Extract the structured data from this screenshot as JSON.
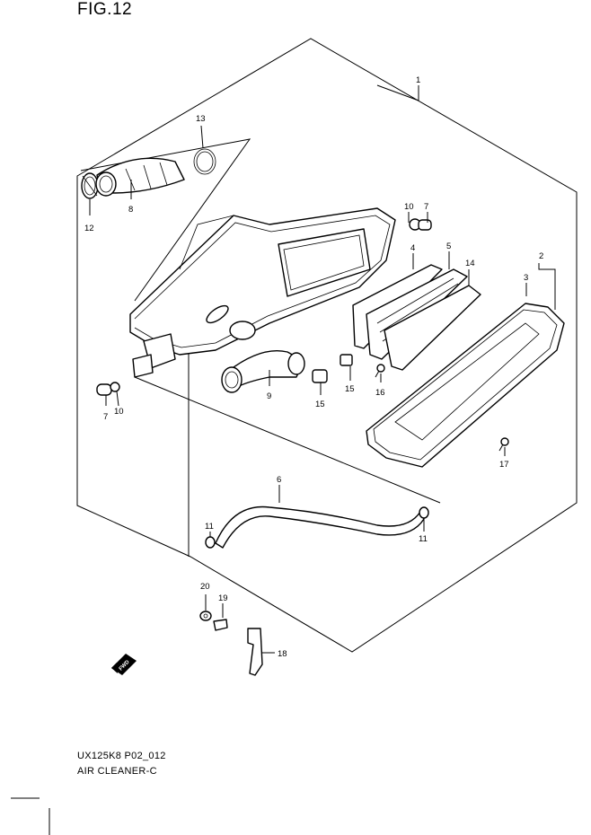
{
  "figure": {
    "title": "FIG.12",
    "model_code": "UX125K8 P02_012",
    "section_name": "AIR CLEANER-C",
    "direction_marker": "FWD"
  },
  "callouts": [
    {
      "id": "c1",
      "label": "1"
    },
    {
      "id": "c2",
      "label": "2"
    },
    {
      "id": "c3",
      "label": "3"
    },
    {
      "id": "c4",
      "label": "4"
    },
    {
      "id": "c5",
      "label": "5"
    },
    {
      "id": "c6",
      "label": "6"
    },
    {
      "id": "c7a",
      "label": "7"
    },
    {
      "id": "c7b",
      "label": "7"
    },
    {
      "id": "c8",
      "label": "8"
    },
    {
      "id": "c9",
      "label": "9"
    },
    {
      "id": "c10a",
      "label": "10"
    },
    {
      "id": "c10b",
      "label": "10"
    },
    {
      "id": "c11a",
      "label": "11"
    },
    {
      "id": "c11b",
      "label": "11"
    },
    {
      "id": "c12",
      "label": "12"
    },
    {
      "id": "c13",
      "label": "13"
    },
    {
      "id": "c14",
      "label": "14"
    },
    {
      "id": "c15a",
      "label": "15"
    },
    {
      "id": "c15b",
      "label": "15"
    },
    {
      "id": "c16",
      "label": "16"
    },
    {
      "id": "c17",
      "label": "17"
    },
    {
      "id": "c18",
      "label": "18"
    },
    {
      "id": "c19",
      "label": "19"
    },
    {
      "id": "c20",
      "label": "20"
    }
  ]
}
